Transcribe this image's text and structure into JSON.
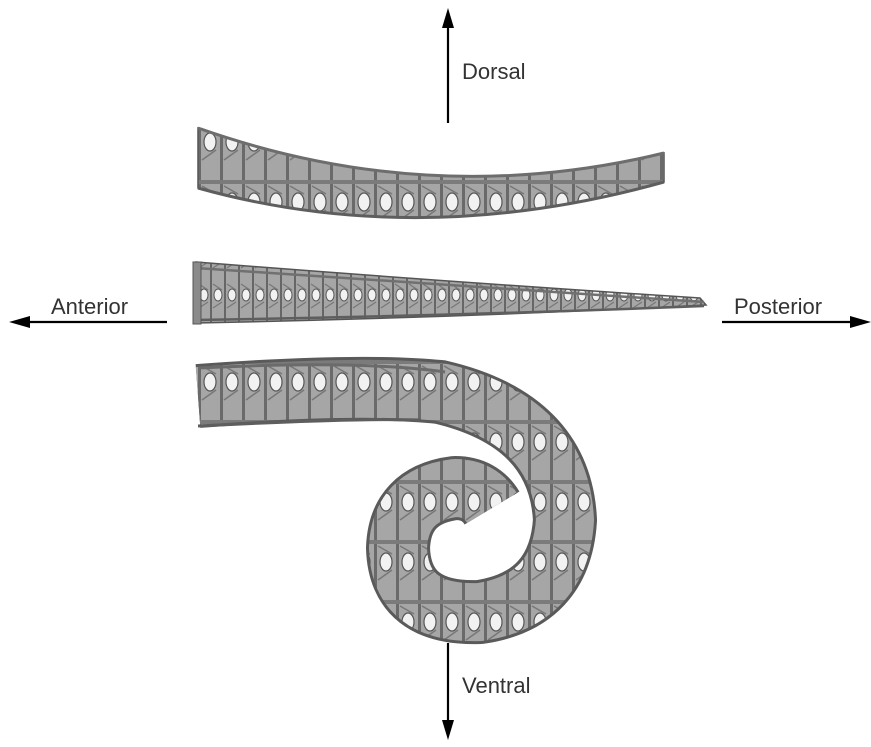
{
  "labels": {
    "dorsal": "Dorsal",
    "anterior": "Anterior",
    "posterior": "Posterior",
    "ventral": "Ventral"
  },
  "colors": {
    "bone_fill": "#a9a9a9",
    "bone_dark": "#5a5a5a",
    "bone_light": "#e6e6e6",
    "text": "#333333",
    "arrow": "#000000"
  }
}
